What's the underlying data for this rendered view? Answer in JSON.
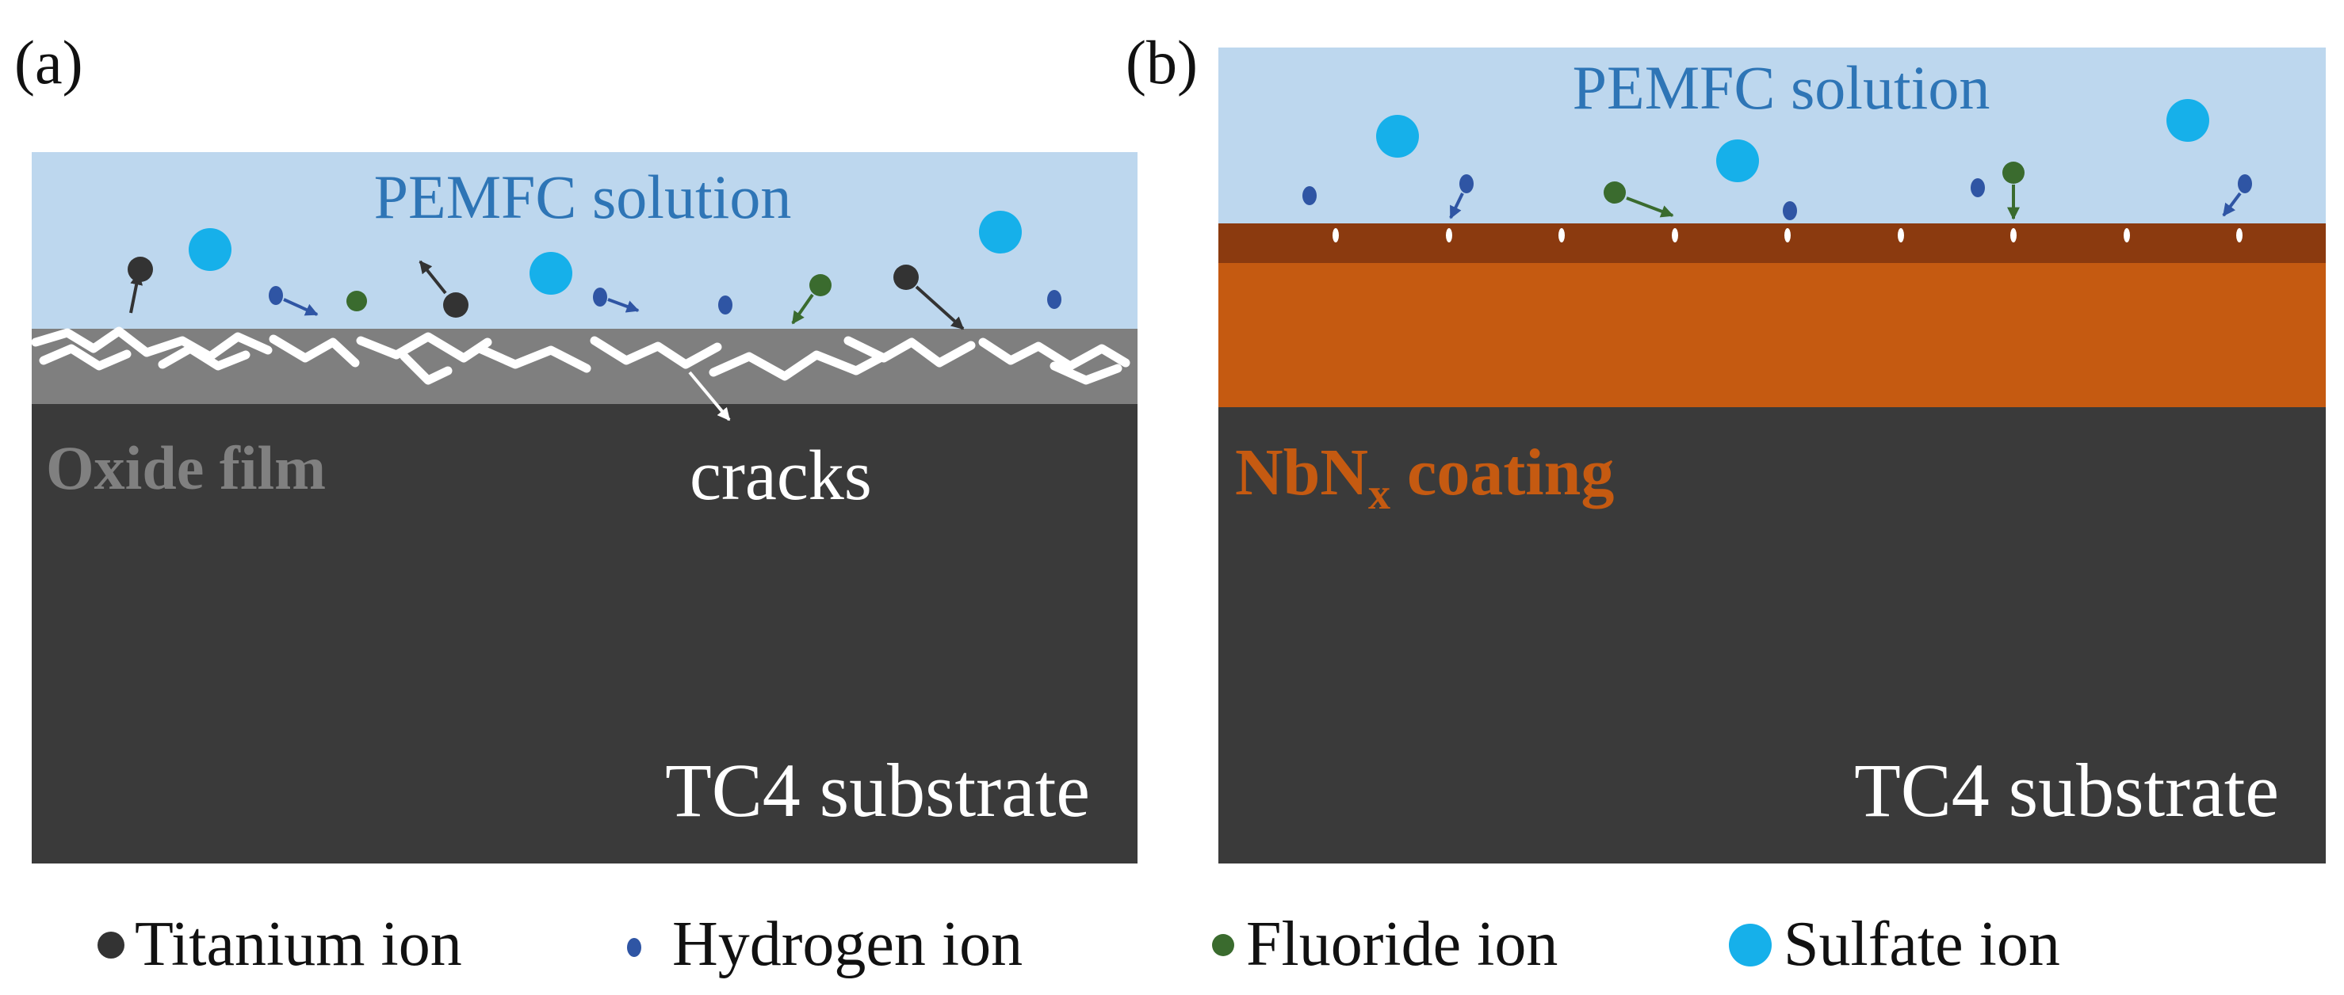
{
  "panel_a": {
    "label": "(a)",
    "solution_label": "PEMFC solution",
    "film_label": "Oxide film",
    "cracks_label": "cracks",
    "substrate_label": "TC4 substrate"
  },
  "panel_b": {
    "label": "(b)",
    "solution_label": "PEMFC solution",
    "coating_label_main": "NbN",
    "coating_label_sub": "x",
    "coating_label_rest": " coating",
    "substrate_label": "TC4 substrate"
  },
  "legend": [
    {
      "label": "Titanium ion",
      "color": "#333333"
    },
    {
      "label": "Hydrogen ion",
      "color": "#2f55a4"
    },
    {
      "label": "Fluoride ion",
      "color": "#3a6b2e"
    },
    {
      "label": "Sulfate ion",
      "color": "#16b0ea"
    }
  ],
  "colors": {
    "solution": "#bdd7ee",
    "solution_text": "#2e75b6",
    "oxide_film": "#7f7f7f",
    "oxide_text": "#808080",
    "substrate": "#3a3a3a",
    "coating": "#c55a11",
    "coating_top": "#8b3a0f",
    "titanium_ion": "#333333",
    "hydrogen_ion": "#2f55a4",
    "fluoride_ion": "#3a6b2e",
    "sulfate_ion": "#16b0ea"
  }
}
